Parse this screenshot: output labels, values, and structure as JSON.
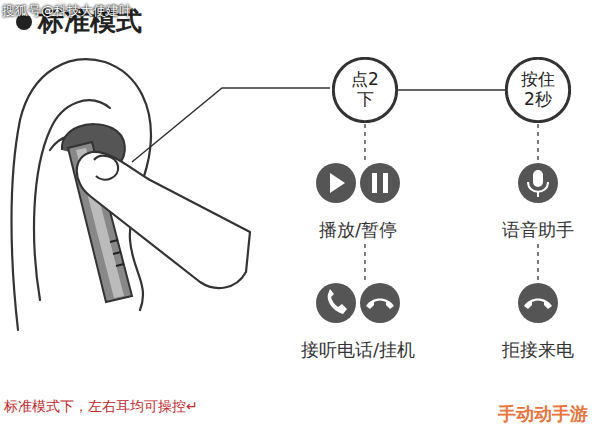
{
  "diagram": {
    "title": "标准模式",
    "nodes": [
      {
        "text": [
          "点2下"
        ]
      },
      {
        "text": [
          "按住 2秒"
        ]
      }
    ],
    "edges": [
      {
        "from": 0,
        "to": 1,
        "arrow": "none"
      }
    ],
    "labels": [
      "搜狐号@科技大使建叶",
      "播放/暂停",
      "语音助手",
      "接听电话/挂机",
      "拒接来电",
      "标准模式下，左右耳均可操控↵",
      "手动动手游"
    ]
  }
}
